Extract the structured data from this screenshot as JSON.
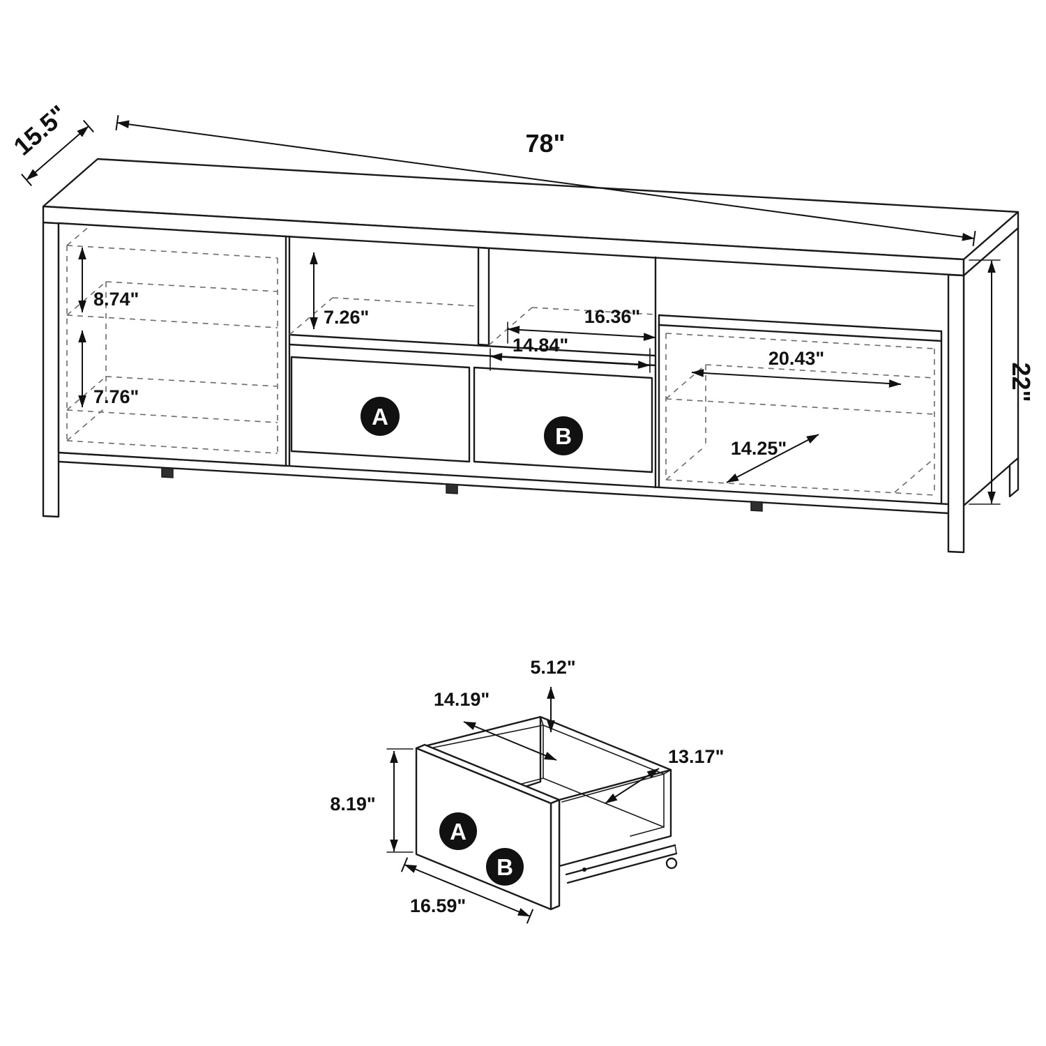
{
  "console": {
    "overall": {
      "width": "78\"",
      "depth": "15.5\"",
      "height": "22\""
    },
    "left_cabinet": {
      "upper_opening_height": "8.74\"",
      "lower_opening_height": "7.76\""
    },
    "center": {
      "opening_height": "7.26\"",
      "opening_width_left": "14.84\"",
      "opening_width_right": "16.36\""
    },
    "right_cabinet": {
      "opening_width": "20.43\"",
      "opening_depth": "14.25\""
    },
    "drawers": {
      "a": "A",
      "b": "B"
    }
  },
  "drawer_detail": {
    "side_height": "5.12\"",
    "interior_width": "14.19\"",
    "interior_depth": "13.17\"",
    "front_height": "8.19\"",
    "front_width": "16.59\"",
    "labels": {
      "a": "A",
      "b": "B"
    }
  }
}
